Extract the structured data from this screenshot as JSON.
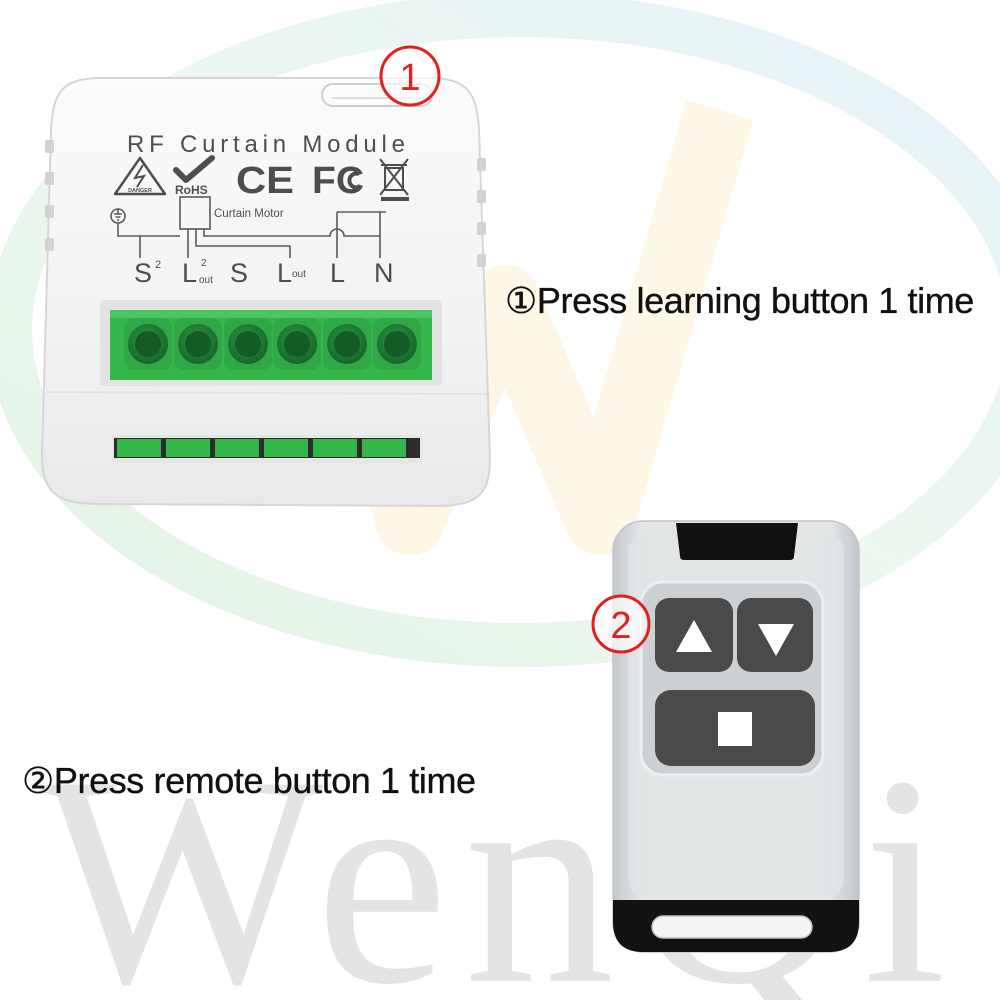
{
  "step_markers": {
    "step1": "1",
    "step2": "2"
  },
  "instructions": {
    "step1": "①Press learning button 1 time",
    "step2": "②Press remote button 1 time"
  },
  "module": {
    "title": "RF Curtain Module",
    "marks": {
      "danger": "DANGER",
      "rohs": "RoHS",
      "ce": "CE",
      "fcc": "FC"
    },
    "diagram_label": "Curtain Motor",
    "terminals": [
      {
        "label": "S",
        "sup": "2"
      },
      {
        "label": "L",
        "sup": "2",
        "sub": "out"
      },
      {
        "label": "S"
      },
      {
        "label": "L",
        "sub": "out"
      },
      {
        "label": "L"
      },
      {
        "label": "N"
      }
    ],
    "icons": [
      "danger-triangle-icon",
      "rohs-check-icon",
      "weee-bin-icon",
      "ground-icon"
    ]
  },
  "remote": {
    "buttons": [
      {
        "icon": "up-arrow-icon"
      },
      {
        "icon": "down-arrow-icon"
      },
      {
        "icon": "stop-square-icon"
      }
    ]
  },
  "watermark": "WenQi",
  "colors": {
    "marker_red": "#e3201b",
    "terminal_green": "#34b64b",
    "button_dark": "#4a4a4a"
  }
}
